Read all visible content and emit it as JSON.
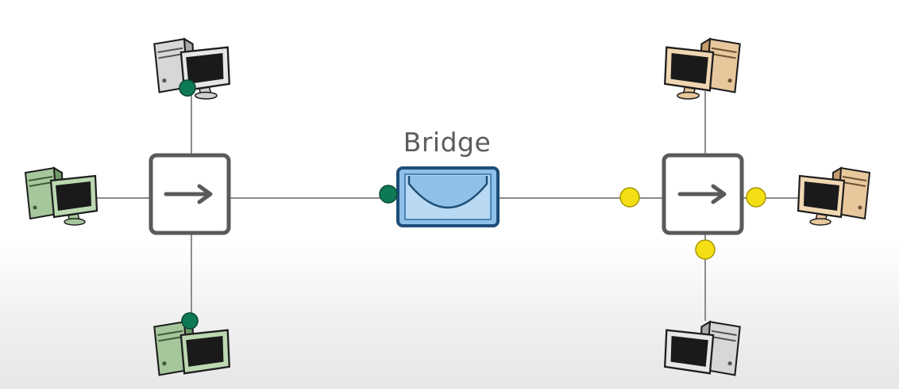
{
  "diagram": {
    "bridge_label": "Bridge",
    "colors": {
      "link_line": "#8c8c8c",
      "switch_border": "#5a5a5a",
      "switch_arrow": "#5a5a5a",
      "bridge_fill": "#8ec0e8",
      "bridge_border": "#1d4e77",
      "port_green": "#0e7a55",
      "port_yellow": "#f3df14",
      "pc_green": "#a6c79c",
      "pc_gray": "#d2d2d2",
      "pc_tan": "#e7c79c"
    },
    "left_segment": {
      "switch": {
        "icon": "arrow-right-icon"
      },
      "computers": [
        "pc-top-gray",
        "pc-left-green",
        "pc-bottom-green"
      ]
    },
    "right_segment": {
      "switch": {
        "icon": "arrow-right-icon"
      },
      "computers": [
        "pc-top-tan",
        "pc-right-tan",
        "pc-bottom-gray"
      ]
    }
  }
}
